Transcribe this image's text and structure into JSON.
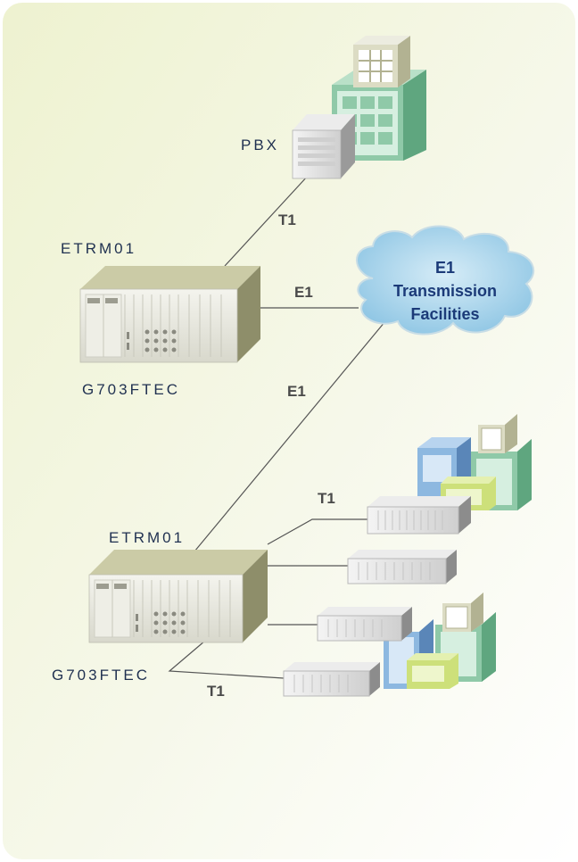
{
  "labels": {
    "pbx": "PBX",
    "etrm_top": "ETRM01",
    "g703_top": "G703FTEC",
    "etrm_bottom": "ETRM01",
    "g703_bottom": "G703FTEC"
  },
  "links": {
    "t1_pbx": "T1",
    "e1_top": "E1",
    "e1_cloud": "E1",
    "t1_branch": "T1",
    "t1_bottom": "T1"
  },
  "cloud": {
    "line1": "E1",
    "line2": "Transmission",
    "line3": "Facilities"
  },
  "colors": {
    "panel_top": "#eef2d2",
    "panel_bottom": "#ffffff",
    "cloud": "#a9d4ea",
    "cloud_text": "#1b3a78",
    "line": "#4a4a4a",
    "chassis_face": "#e8e8e0",
    "chassis_top": "#c9c9a8",
    "chassis_side": "#8c8c6a",
    "building_green": "#8fc9a8",
    "building_blue": "#8db8e0",
    "building_lime": "#cde07a",
    "building_beige": "#dcdcc4"
  }
}
